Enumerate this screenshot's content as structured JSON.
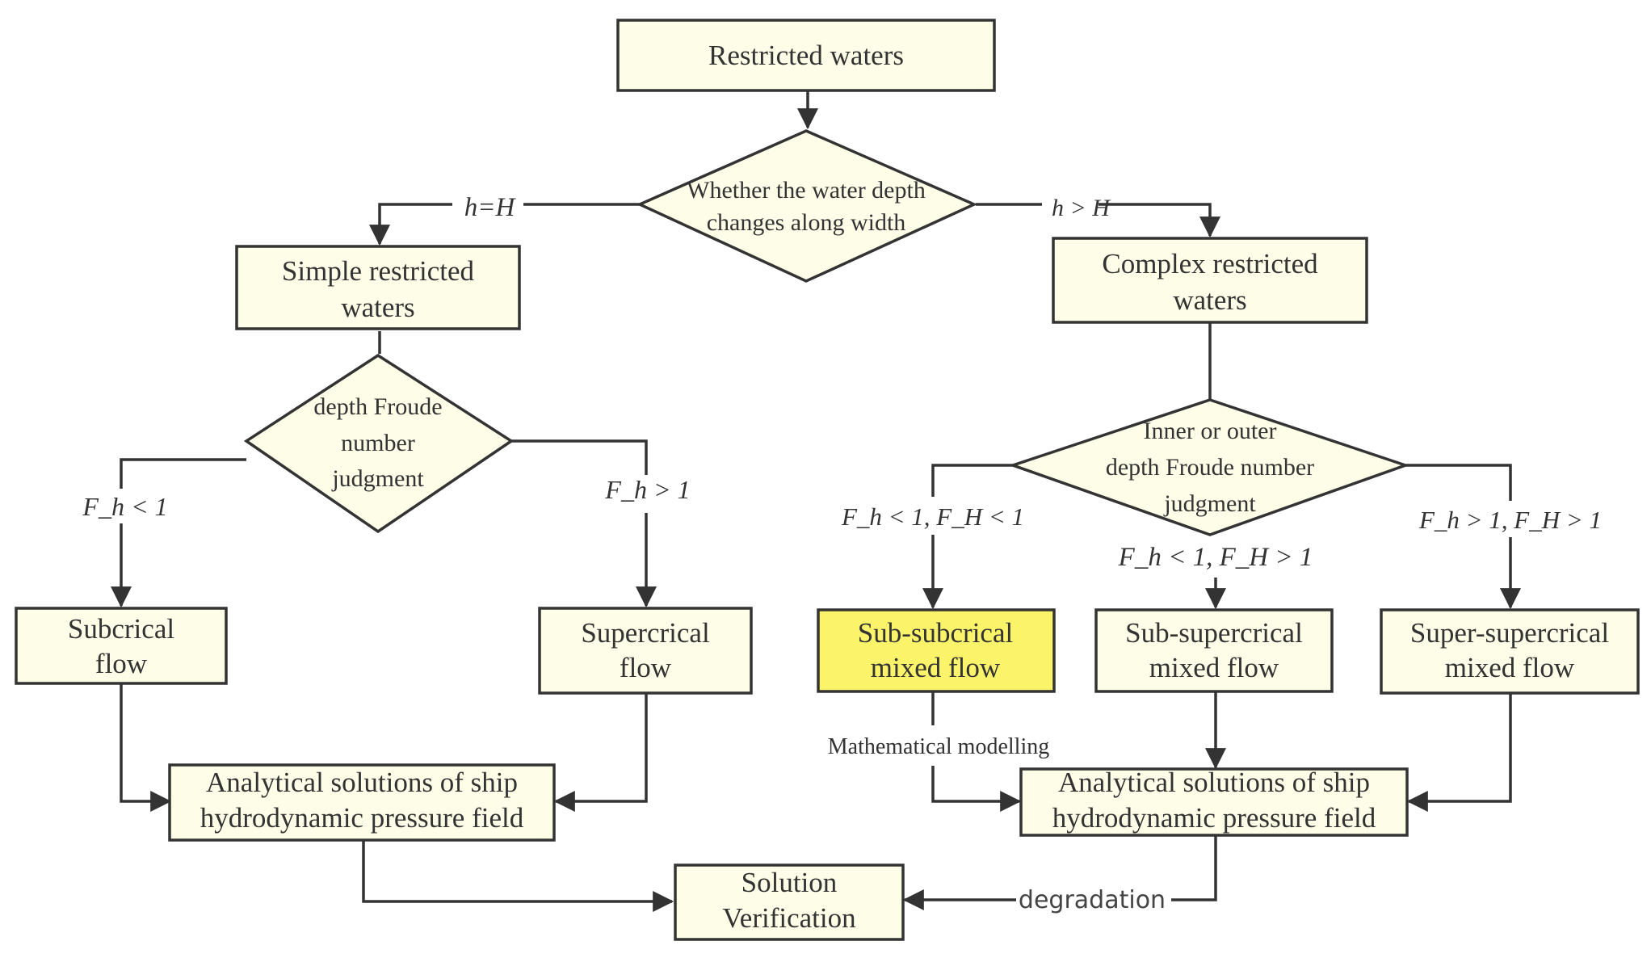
{
  "nodes": {
    "restricted_waters": "Restricted waters",
    "decision_depth": [
      "Whether the water depth",
      "changes along width"
    ],
    "simple_restricted": [
      "Simple restricted",
      "waters"
    ],
    "complex_restricted": [
      "Complex restricted",
      "waters"
    ],
    "decision_froude_simple": [
      "depth Froude",
      "number",
      "judgment"
    ],
    "decision_froude_complex": [
      "Inner or outer",
      "depth Froude number",
      "judgment"
    ],
    "subcritical": [
      "Subcrical",
      "flow"
    ],
    "supercritical": [
      "Supercrical",
      "flow"
    ],
    "sub_subcritical": [
      "Sub-subcrical",
      "mixed flow"
    ],
    "sub_supercritical": [
      "Sub-supercrical",
      "mixed flow"
    ],
    "super_supercritical": [
      "Super-supercrical",
      "mixed flow"
    ],
    "analytical_left": [
      "Analytical solutions of ship",
      "hydrodynamic pressure field"
    ],
    "analytical_right": [
      "Analytical solutions of ship",
      "hydrodynamic pressure field"
    ],
    "solution_verification": [
      "Solution",
      "Verification"
    ]
  },
  "edge_labels": {
    "h_equal_H": "h=H",
    "h_greater_H": "h > H",
    "fh_lt_1": "F_h < 1",
    "fh_gt_1": "F_h > 1",
    "fh_lt_1_fH_lt_1": "F_h < 1, F_H < 1",
    "fh_lt_1_fH_gt_1": "F_h < 1, F_H > 1",
    "fh_gt_1_fH_gt_1": "F_h > 1, F_H > 1",
    "mathematical_modelling": "Mathematical modelling",
    "degradation": "degradation"
  },
  "colors": {
    "box_fill": "#fdfde8",
    "highlight_fill": "#fbf46b",
    "stroke": "#333333"
  }
}
